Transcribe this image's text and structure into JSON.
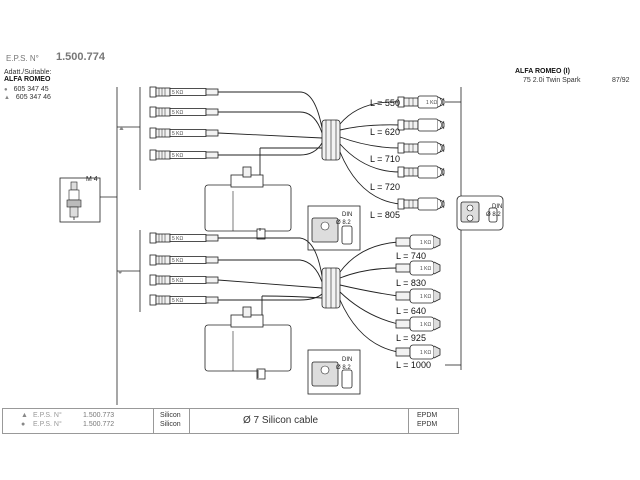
{
  "header": {
    "code_label": "E.P.S. N°",
    "code_value": "1.500.774",
    "suitable_label": "Adatt./Suitable:",
    "brand": "ALFA ROMEO",
    "ref_numbers": [
      {
        "symbol": "●",
        "number": "605 347 45"
      },
      {
        "symbol": "▲",
        "number": "605 347 46"
      }
    ]
  },
  "vehicle": {
    "brand": "ALFA ROMEO (I)",
    "model": "75 2.0i Twin Spark",
    "year": "87/92"
  },
  "diagram": {
    "plug_label": "M 4",
    "resistor_label": "5 KΩ",
    "cap_resistor_label": "1 KΩ",
    "din_label": "DIN",
    "din_size": "Ø 8.2",
    "upper_lengths": [
      "L = 550",
      "L = 620",
      "L = 710",
      "L = 720",
      "L = 805"
    ],
    "lower_lengths": [
      "L = 740",
      "L = 830",
      "L = 640",
      "L = 925",
      "L = 1000"
    ],
    "upper_symbol": "▲",
    "lower_symbol": "●"
  },
  "footer": {
    "rows": [
      {
        "symbol": "▲",
        "label": "E.P.S. N°",
        "number": "1.500.773",
        "material": "Silicon",
        "end": "EPDM"
      },
      {
        "symbol": "●",
        "label": "E.P.S. N°",
        "number": "1.500.772",
        "material": "Silicon",
        "end": "EPDM"
      }
    ],
    "cable": "Ø 7 Silicon cable"
  },
  "colors": {
    "line": "#222222",
    "grey": "#777777",
    "fill": "#f2f2f2"
  }
}
